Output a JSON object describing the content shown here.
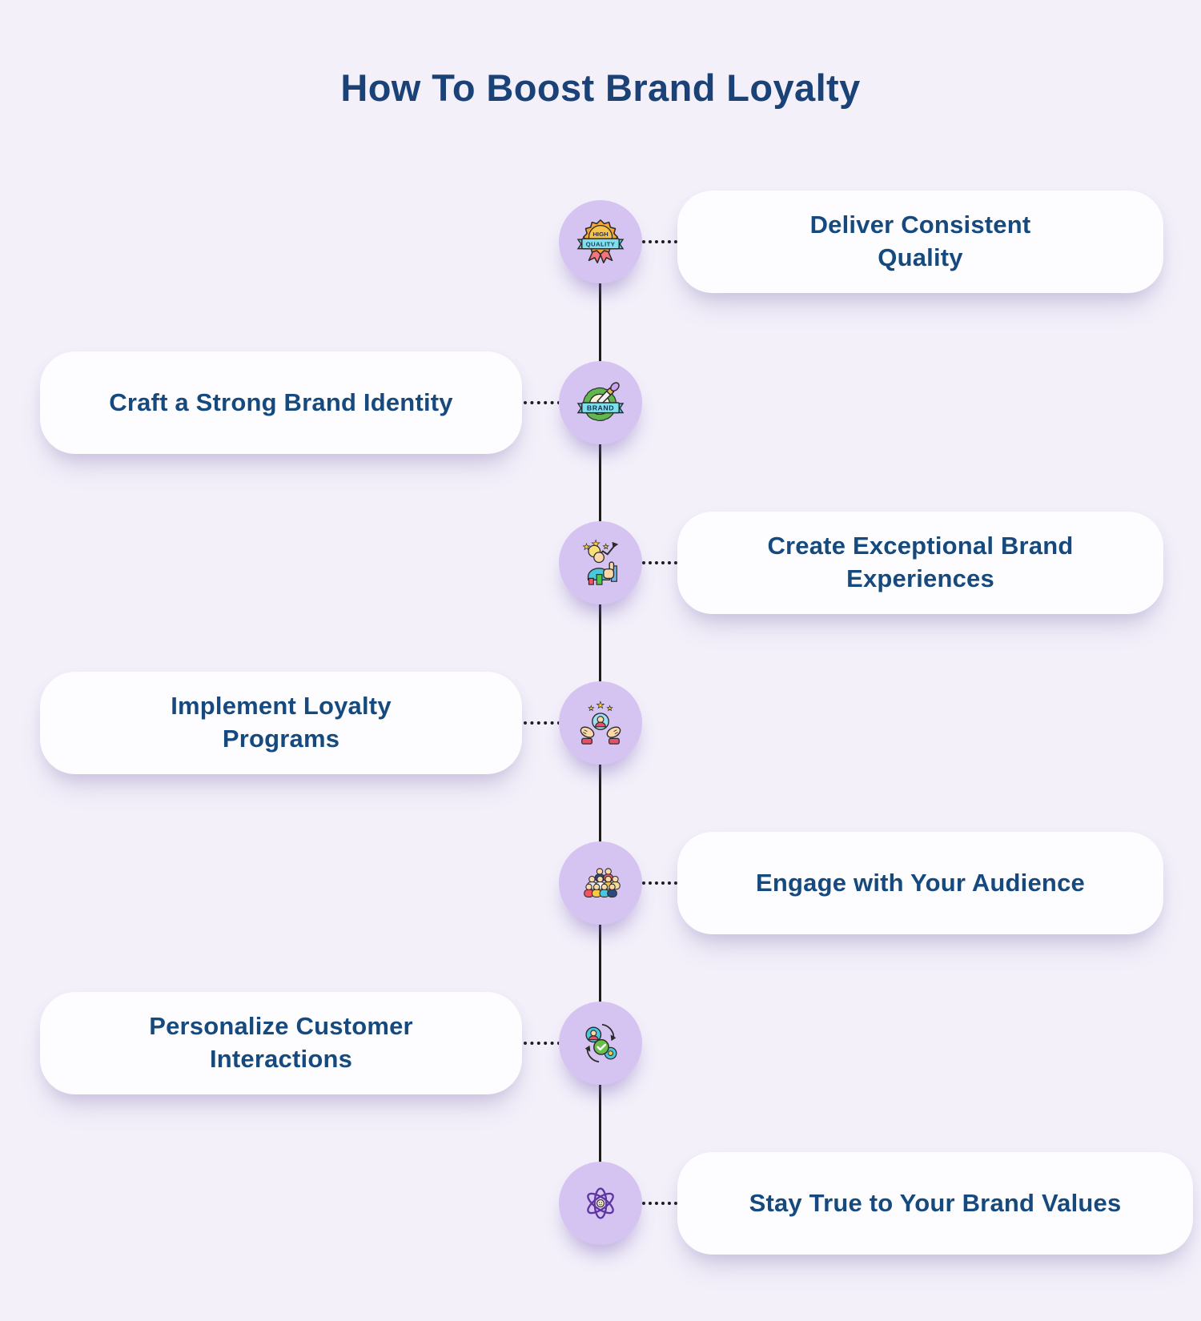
{
  "title": "How To Boost Brand Loyalty",
  "colors": {
    "background": "#f3f0fa",
    "card": "#fdfdff",
    "node_circle": "#d5c3f1",
    "title_text": "#1b4277",
    "card_text": "#164a7e",
    "timeline_line": "#1c1c1c"
  },
  "steps": [
    {
      "label": "Deliver Consistent\nQuality",
      "side": "right",
      "icon": "high-quality-rosette-icon",
      "icon_text": {
        "top": "HIGH",
        "banner": "QUALITY"
      }
    },
    {
      "label": "Craft a Strong Brand Identity",
      "side": "left",
      "icon": "brand-wreath-icon",
      "icon_text": {
        "banner": "BRAND"
      }
    },
    {
      "label": "Create Exceptional Brand\nExperiences",
      "side": "right",
      "icon": "customer-experience-icon"
    },
    {
      "label": "Implement Loyalty\nPrograms",
      "side": "left",
      "icon": "loyalty-hands-icon"
    },
    {
      "label": "Engage with Your Audience",
      "side": "right",
      "icon": "audience-crowd-icon"
    },
    {
      "label": "Personalize Customer\nInteractions",
      "side": "left",
      "icon": "personalization-cycle-icon"
    },
    {
      "label": "Stay True to Your Brand Values",
      "side": "right",
      "icon": "atom-brand-values-icon"
    }
  ]
}
